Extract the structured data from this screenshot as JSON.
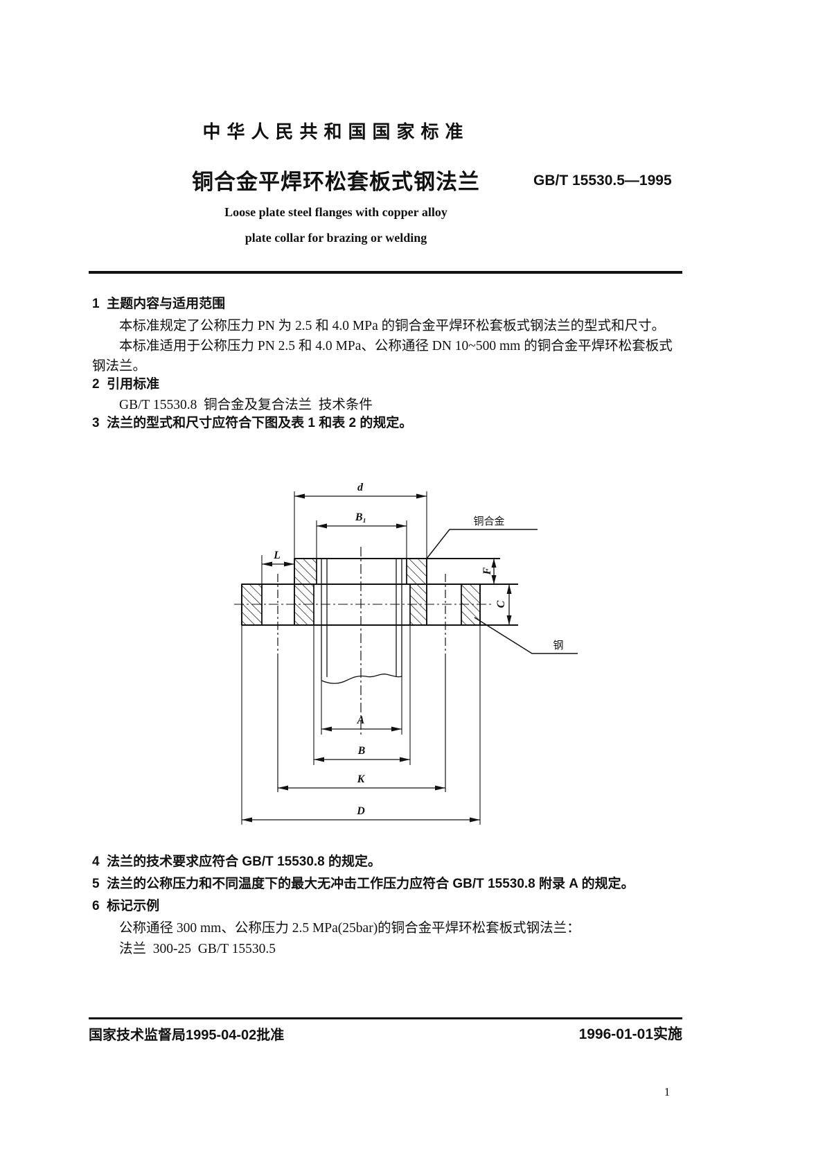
{
  "doc": {
    "header": {
      "standard_org": "中华人民共和国国家标准",
      "title_cn": "铜合金平焊环松套板式钢法兰",
      "standard_no": "GB/T 15530.5—1995",
      "title_en_line1": "Loose plate steel flanges with copper alloy",
      "title_en_line2": "plate collar for brazing or welding"
    },
    "sections": {
      "s1_heading": "1  主题内容与适用范围",
      "s1_p1": "本标准规定了公称压力 PN 为 2.5 和 4.0 MPa 的铜合金平焊环松套板式钢法兰的型式和尺寸。",
      "s1_p2a": "本标准适用于公称压力 PN 2.5 和 4.0 MPa、公称通径 DN 10~500 mm 的铜合金平焊环松套板式",
      "s1_p2b": "钢法兰。",
      "s2_heading": "2  引用标准",
      "s2_ref": "GB/T 15530.8  铜合金及复合法兰  技术条件",
      "s3_text": "3  法兰的型式和尺寸应符合下图及表 1 和表 2 的规定。",
      "s4_text": "4  法兰的技术要求应符合 GB/T 15530.8 的规定。",
      "s5_text": "5  法兰的公称压力和不同温度下的最大无冲击工作压力应符合 GB/T 15530.8 附录 A 的规定。",
      "s6_heading": "6  标记示例",
      "s6_p1": "公称通径 300 mm、公称压力 2.5 MPa(25bar)的铜合金平焊环松套板式钢法兰：",
      "s6_p2": "法兰  300-25  GB/T 15530.5"
    },
    "figure": {
      "dim_labels": {
        "d": "d",
        "b1": "B₁",
        "l": "L",
        "f": "F",
        "c": "C",
        "a": "A",
        "b": "B",
        "k": "K",
        "big_d": "D"
      },
      "callout_copper_alloy": "铜合金",
      "callout_steel": "钢"
    },
    "footer": {
      "approved": "国家技术监督局1995-04-02批准",
      "implemented": "1996-01-01实施",
      "page_number": "1"
    }
  }
}
